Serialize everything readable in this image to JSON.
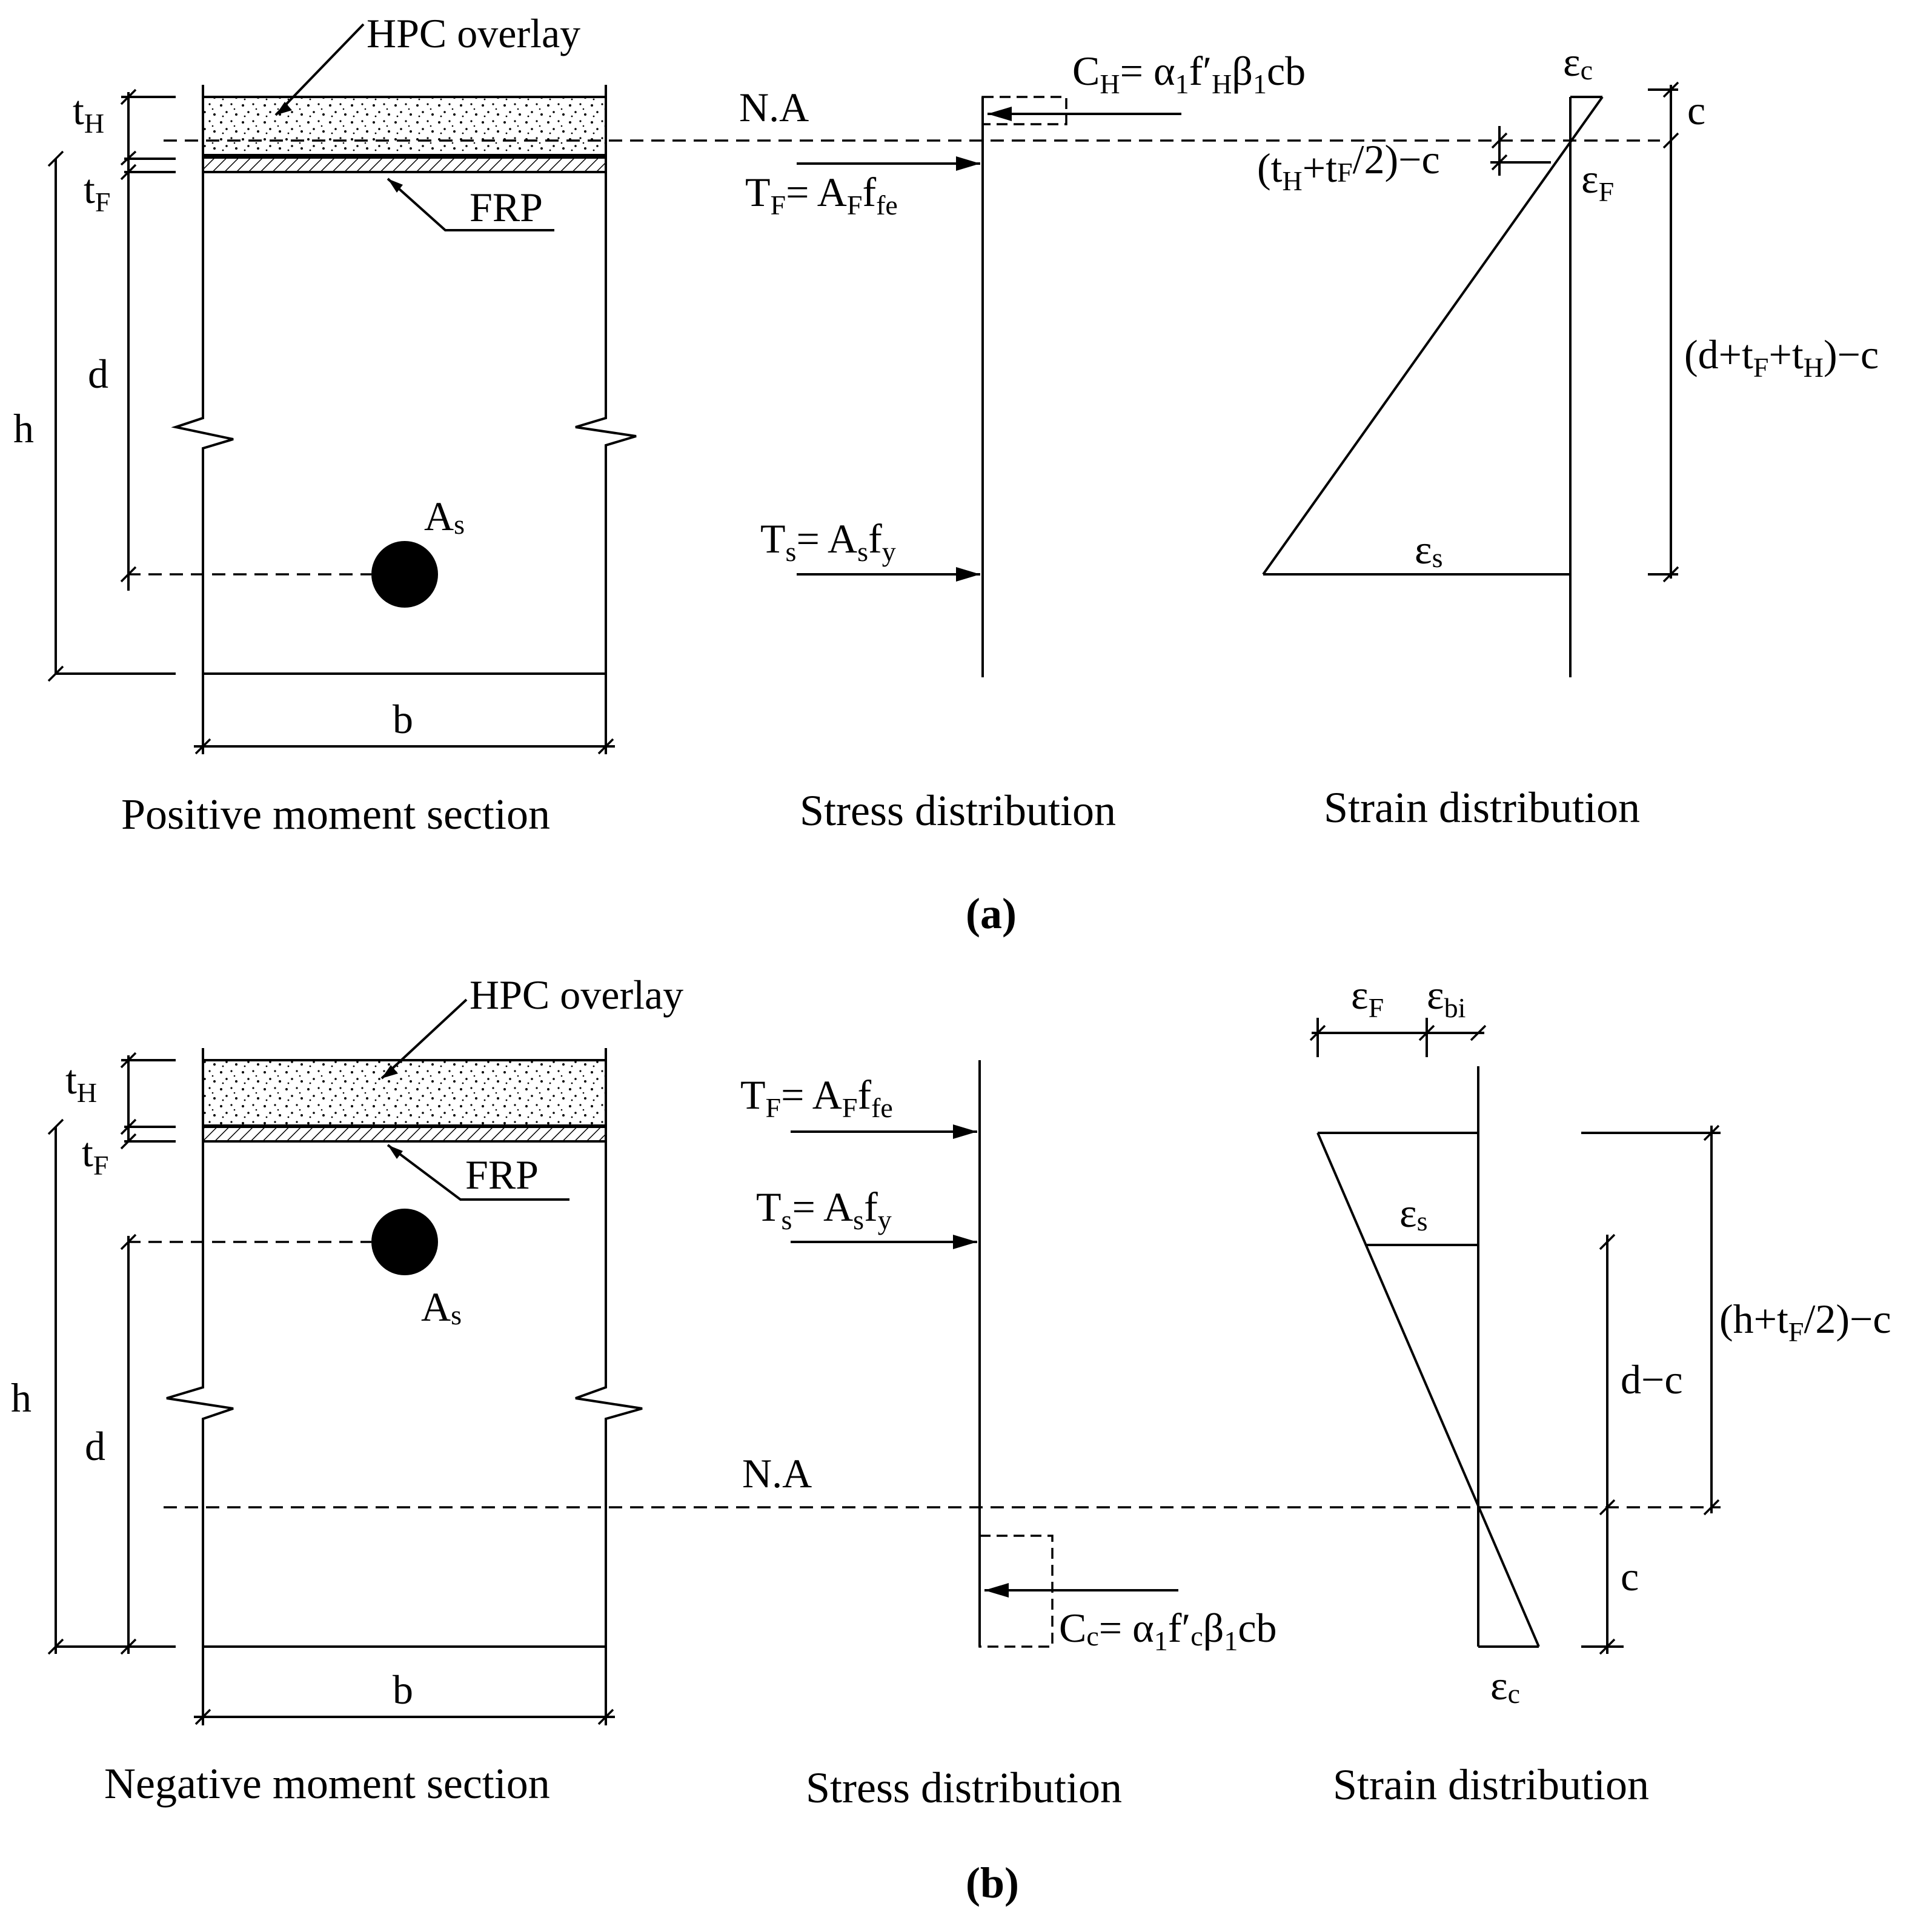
{
  "panel_a": {
    "overlay_label": "HPC overlay",
    "frp_label": "FRP",
    "dims": {
      "tH": "t",
      "tH_sub": "H",
      "tF": "t",
      "tF_sub": "F",
      "d": "d",
      "h": "h",
      "b": "b"
    },
    "steel_label": "A",
    "steel_sub": "s",
    "na_label": "N.A",
    "forces": {
      "CH": {
        "pre": "C",
        "pre_sub": "H",
        "rest": "= α",
        "s1": "1",
        "r2": "f′",
        "s2": "H",
        "r3": "β",
        "s3": "1",
        "r4": "cb"
      },
      "TF": {
        "pre": "T",
        "pre_sub": "F",
        "rest": "= A",
        "s1": "F",
        "r2": "f",
        "s2": "fe"
      },
      "Ts": {
        "pre": "T",
        "pre_sub": "s",
        "rest": "= A",
        "s1": "s",
        "r2": "f",
        "s2": "y"
      }
    },
    "strain": {
      "ec": "ε",
      "ec_sub": "c",
      "eF": "ε",
      "eF_sub": "F",
      "es": "ε",
      "es_sub": "s",
      "c": "c",
      "offset": {
        "p1": "(t",
        "s1": "H",
        "p2": "+t",
        "s2": "F",
        "p3": "/2)−c"
      },
      "depth": {
        "p1": "(d+t",
        "s1": "F",
        "p2": "+t",
        "s2": "H",
        "p3": ")−c"
      }
    },
    "captions": {
      "section": "Positive moment section",
      "stress": "Stress distribution",
      "strain": "Strain distribution"
    },
    "label": "(a)"
  },
  "panel_b": {
    "overlay_label": "HPC overlay",
    "frp_label": "FRP",
    "dims": {
      "tH": "t",
      "tH_sub": "H",
      "tF": "t",
      "tF_sub": "F",
      "d": "d",
      "h": "h",
      "b": "b"
    },
    "steel_label": "A",
    "steel_sub": "s",
    "na_label": "N.A",
    "forces": {
      "TF": {
        "pre": "T",
        "pre_sub": "F",
        "rest": "= A",
        "s1": "F",
        "r2": "f",
        "s2": "fe"
      },
      "Ts": {
        "pre": "T",
        "pre_sub": "s",
        "rest": "= A",
        "s1": "s",
        "r2": "f",
        "s2": "y"
      },
      "Cc": {
        "pre": "C",
        "pre_sub": "c",
        "rest": "= α",
        "s1": "1",
        "r2": "f′",
        "s2": "c",
        "r3": "β",
        "s3": "1",
        "r4": "cb"
      }
    },
    "strain": {
      "eF": "ε",
      "eF_sub": "F",
      "ebi": "ε",
      "ebi_sub": "bi",
      "es": "ε",
      "es_sub": "s",
      "ec": "ε",
      "ec_sub": "c",
      "dc": "d−c",
      "c": "c",
      "depth": {
        "p1": "(h+t",
        "s1": "F",
        "p2": "/2)−c"
      }
    },
    "captions": {
      "section": "Negative moment section",
      "stress": "Stress distribution",
      "strain": "Strain distribution"
    },
    "label": "(b)"
  }
}
